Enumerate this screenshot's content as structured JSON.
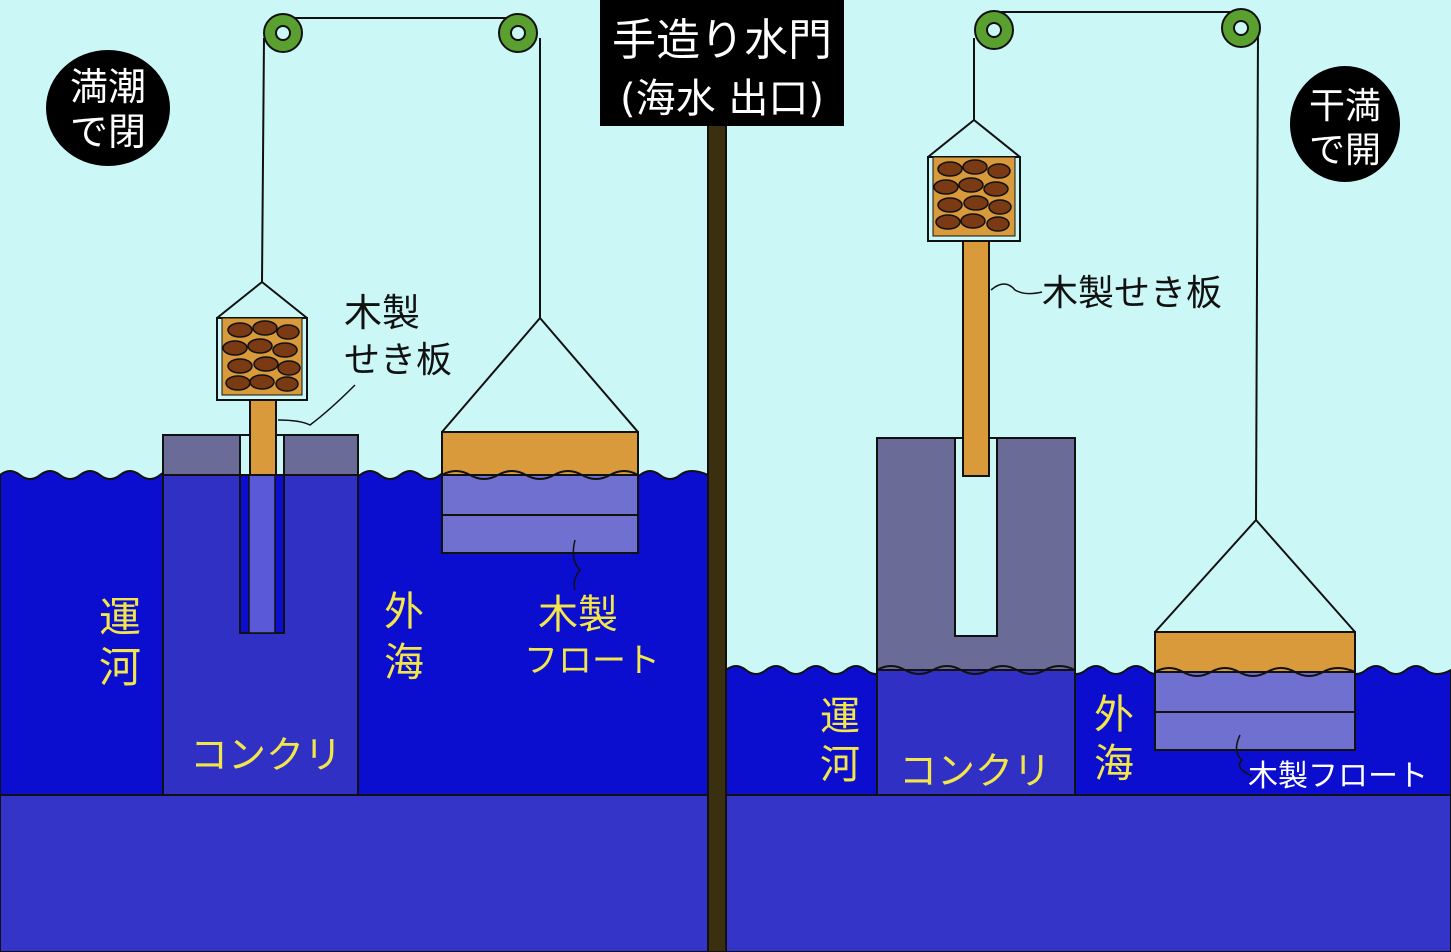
{
  "sign": {
    "line1": "手造り水門",
    "line2": "(海水 出口)"
  },
  "left": {
    "badge": [
      "満潮",
      "で閉"
    ],
    "gate_label": [
      "木製",
      "せき板"
    ],
    "canal": [
      "運",
      "河"
    ],
    "sea": [
      "外",
      "海"
    ],
    "float_label": [
      "木製",
      "フロート"
    ],
    "concrete": "コンクリ"
  },
  "right": {
    "badge": [
      "干満",
      "で開"
    ],
    "gate_label": "木製せき板",
    "canal": [
      "運",
      "河"
    ],
    "sea": [
      "外",
      "海"
    ],
    "float_label": "木製フロート",
    "concrete": "コンクリ"
  },
  "colors": {
    "sky": "#ccf7f7",
    "water": "#0b0ecf",
    "deep": "#3434c8",
    "concrete": "#6b6b98",
    "concrete_in_water": "#3030c4",
    "wood": "#d89a3a",
    "float_lower": "#7070d0",
    "stone": "#7a3a14",
    "pole": "#3a3010",
    "pulley": "#5aa030",
    "label_yellow": "#f2e64a"
  }
}
